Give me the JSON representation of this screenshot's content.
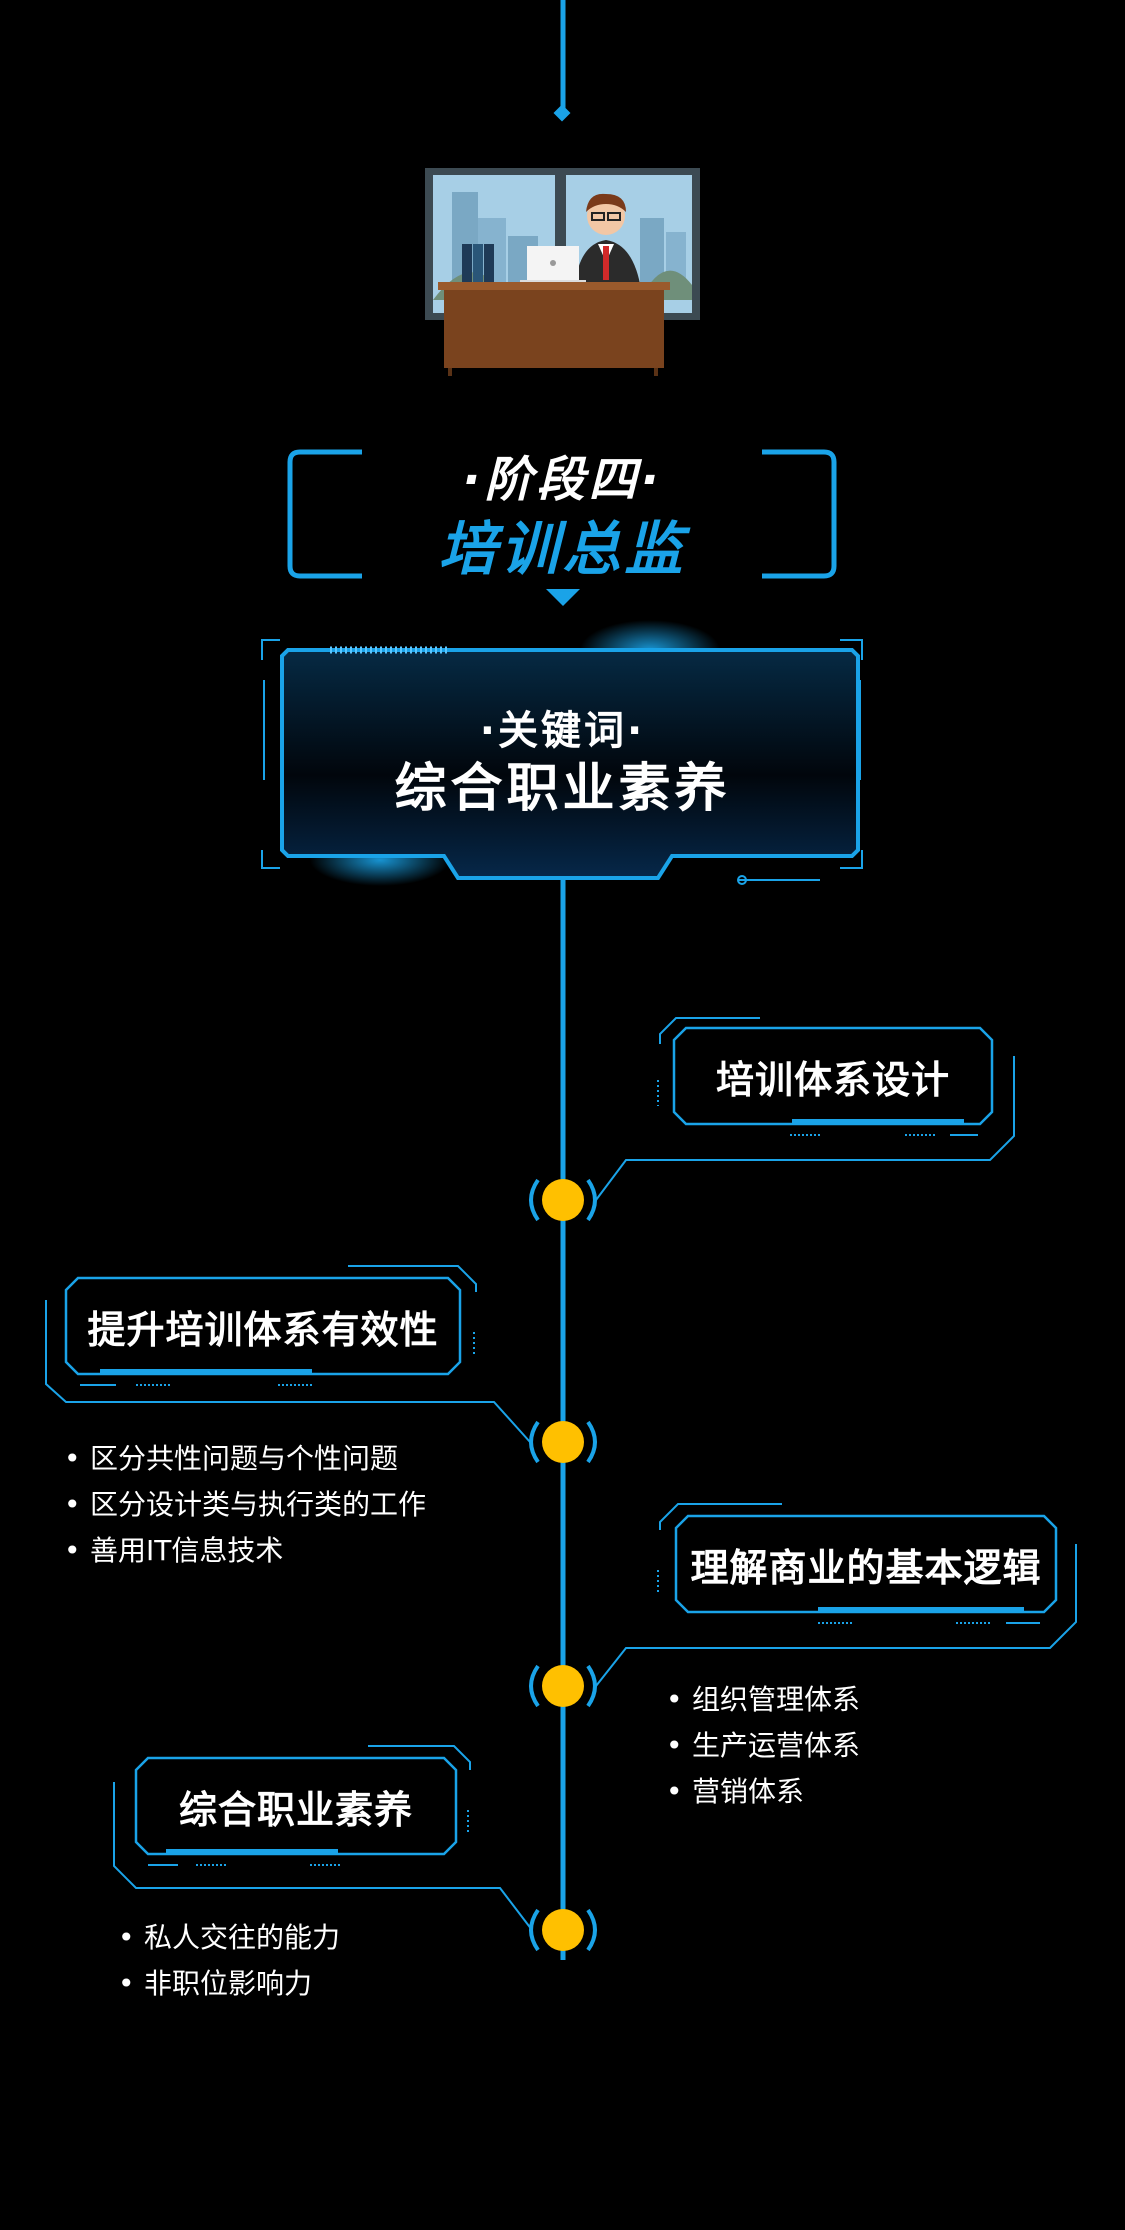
{
  "stage": {
    "prefix_title": "·阶段四·",
    "title": "培训总监"
  },
  "keyword": {
    "prefix_title": "·关键词·",
    "title": "综合职业素养"
  },
  "milestones": [
    {
      "label": "培训体系设计",
      "bullets": []
    },
    {
      "label": "提升培训体系有效性",
      "bullets": [
        "区分共性问题与个性问题",
        "区分设计类与执行类的工作",
        "善用IT信息技术"
      ]
    },
    {
      "label": "理解商业的基本逻辑",
      "bullets": [
        "组织管理体系",
        "生产运营体系",
        "营销体系"
      ]
    },
    {
      "label": "综合职业素养",
      "bullets": [
        "私人交往的能力",
        "非职位影响力"
      ]
    }
  ],
  "colors": {
    "accent": "#1aa3e8",
    "node": "#ffc000",
    "background": "#000000"
  },
  "illustration": {
    "icon": "office-desk-businessman-icon"
  }
}
